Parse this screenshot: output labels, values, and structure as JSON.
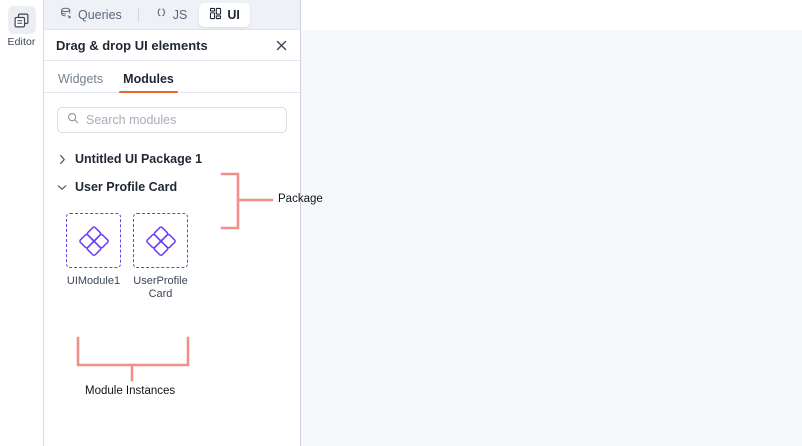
{
  "rail": {
    "items": [
      {
        "label": "Editor",
        "icon": "stacked-pages-icon",
        "active": true
      }
    ]
  },
  "tabbar": {
    "tabs": [
      {
        "id": "queries",
        "label": "Queries",
        "icon": "database-icon",
        "active": false
      },
      {
        "id": "js",
        "label": "JS",
        "icon": "curly-braces-icon",
        "active": false
      },
      {
        "id": "ui",
        "label": "UI",
        "icon": "grid-layout-icon",
        "active": true
      }
    ]
  },
  "panel": {
    "title": "Drag & drop UI elements",
    "close_label": "×",
    "subtabs": [
      {
        "id": "widgets",
        "label": "Widgets",
        "active": false
      },
      {
        "id": "modules",
        "label": "Modules",
        "active": true
      }
    ],
    "search": {
      "placeholder": "Search modules",
      "value": ""
    },
    "tree": [
      {
        "label": "Untitled UI Package 1",
        "expanded": false,
        "chevron": "›"
      },
      {
        "label": "User Profile Card",
        "expanded": true,
        "chevron": "⌄"
      }
    ],
    "modules": [
      {
        "name": "UIModule1",
        "icon": "four-diamonds-icon"
      },
      {
        "name": "UserProfileCard",
        "icon": "four-diamonds-icon"
      }
    ]
  },
  "annotations": [
    {
      "id": "package",
      "label": "Package"
    },
    {
      "id": "module-instances",
      "label": "Module Instances"
    }
  ],
  "colors": {
    "accent_orange": "#e8662a",
    "module_purple": "#6b3ff0",
    "annotation_salmon": "#f09089",
    "canvas_bg": "#f7f8fa",
    "tabbar_bg": "#eef1f5"
  }
}
